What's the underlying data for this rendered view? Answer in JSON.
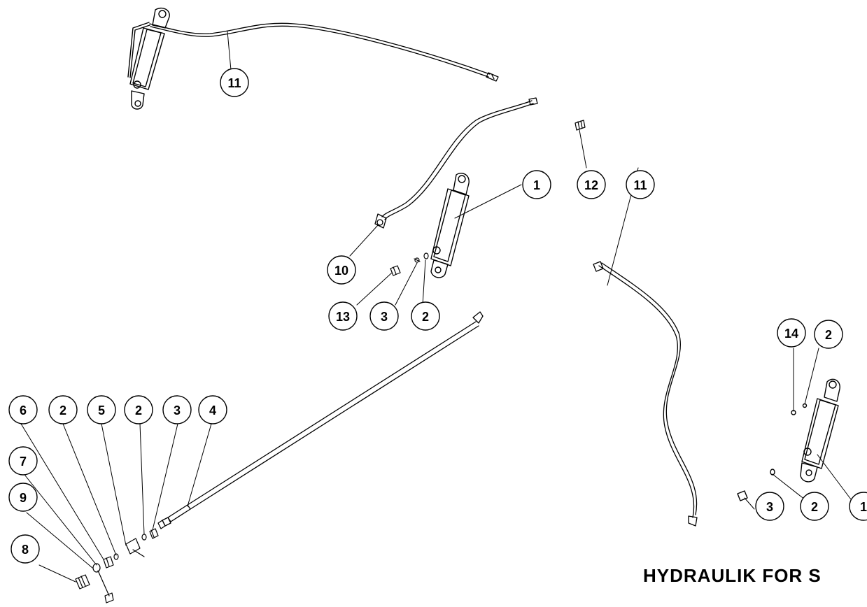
{
  "title": "HYDRAULIK FOR S",
  "subtitle": "",
  "balloons": [
    {
      "id": "b-11-top",
      "label": "11"
    },
    {
      "id": "b-1-mid",
      "label": "1"
    },
    {
      "id": "b-12",
      "label": "12"
    },
    {
      "id": "b-11-right",
      "label": "11"
    },
    {
      "id": "b-10",
      "label": "10"
    },
    {
      "id": "b-13",
      "label": "13"
    },
    {
      "id": "b-3-mid",
      "label": "3"
    },
    {
      "id": "b-2-mid",
      "label": "2"
    },
    {
      "id": "b-14",
      "label": "14"
    },
    {
      "id": "b-2-right-top",
      "label": "2"
    },
    {
      "id": "b-6",
      "label": "6"
    },
    {
      "id": "b-2-left-a",
      "label": "2"
    },
    {
      "id": "b-5",
      "label": "5"
    },
    {
      "id": "b-2-left-b",
      "label": "2"
    },
    {
      "id": "b-3-left",
      "label": "3"
    },
    {
      "id": "b-4",
      "label": "4"
    },
    {
      "id": "b-7",
      "label": "7"
    },
    {
      "id": "b-9",
      "label": "9"
    },
    {
      "id": "b-8",
      "label": "8"
    },
    {
      "id": "b-3-right",
      "label": "3"
    },
    {
      "id": "b-2-right-bot",
      "label": "2"
    },
    {
      "id": "b-1-right",
      "label": "1"
    }
  ]
}
